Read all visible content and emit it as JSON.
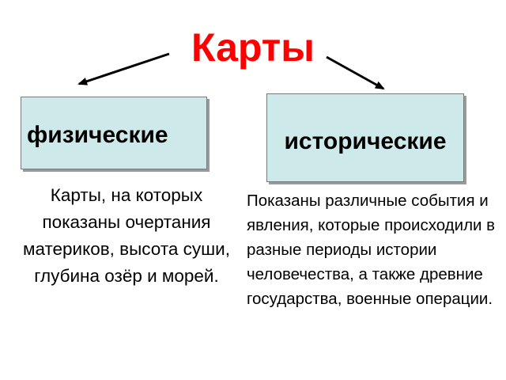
{
  "title": "Карты",
  "colors": {
    "title": "#ff0000",
    "box_fill": "#cde9e9",
    "box_border": "#7a7a7a",
    "arrow": "#000000",
    "text": "#000000"
  },
  "nodes": {
    "physical": {
      "label": "физические",
      "description": "Карты, на которых показаны очертания материков, высота суши, глубина озёр и морей."
    },
    "historical": {
      "label": "исторические",
      "description": "Показаны различные события и явления, которые происходили в разные периоды истории человечества, а также древние государства, военные операции."
    }
  },
  "edges": [
    {
      "from": "title",
      "to": "physical"
    },
    {
      "from": "title",
      "to": "historical"
    }
  ]
}
